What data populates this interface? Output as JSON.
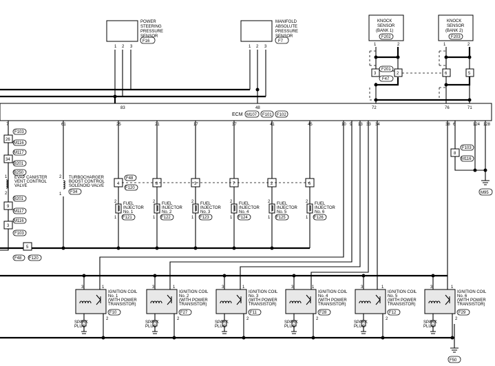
{
  "ecm": {
    "label": "ECM",
    "connectors": [
      "M107",
      "F101",
      "F102"
    ]
  },
  "ecm_top_pins": [
    "83",
    "48",
    "72",
    "76",
    "71"
  ],
  "ecm_bottom_pins": [
    "7",
    "61",
    "25",
    "21",
    "17",
    "37",
    "41",
    "45",
    "10",
    "9",
    "13",
    "33",
    "34",
    "38",
    "6",
    "124",
    "128"
  ],
  "pps": {
    "name": [
      "POWER",
      "STEERING",
      "PRESSURE",
      "SENSOR"
    ],
    "conn": "F16",
    "pins": [
      "1",
      "2",
      "3"
    ]
  },
  "maps": {
    "name": [
      "MANIFOLD",
      "ABSOLUTE",
      "PRESSURE",
      "SENSOR"
    ],
    "conn": "F7",
    "pins": [
      "1",
      "2",
      "3"
    ]
  },
  "ks1": {
    "name": [
      "KNOCK",
      "SENSOR",
      "(BANK 1)"
    ],
    "conn": "F202",
    "pins": [
      "1",
      "2"
    ]
  },
  "ks2": {
    "name": [
      "KNOCK",
      "SENSOR",
      "(BANK 2)"
    ],
    "conn": "F203",
    "pins": [
      "1",
      "2"
    ]
  },
  "ks_joint": {
    "pins_left": [
      "3",
      "2"
    ],
    "pins_right": [
      "6",
      "5"
    ],
    "conns": [
      "F201",
      "F47"
    ]
  },
  "evap": {
    "name": [
      "EVAP CANISTER",
      "VENT CONTROL",
      "VALVE"
    ],
    "pins": [
      "1",
      "2"
    ],
    "chain": [
      "F103",
      "26",
      "M116",
      "M117",
      "34",
      "B201",
      "B250",
      "B201",
      "9",
      "M117",
      "M116",
      "3",
      "F103"
    ]
  },
  "turbo": {
    "name": [
      "TURBOCHARGER",
      "BOOST CONTROL",
      "SOLENOID VALVE"
    ],
    "conn": "F34",
    "pins": [
      "2",
      "1"
    ]
  },
  "inj_joint": {
    "conns": [
      "F48",
      "F120"
    ],
    "pins": [
      "4",
      "8",
      "3",
      "7",
      "2",
      "6"
    ]
  },
  "injectors": [
    {
      "name": [
        "FUEL",
        "INJECTOR",
        "No. 1"
      ],
      "conn": "F121"
    },
    {
      "name": [
        "FUEL",
        "INJECTOR",
        "No. 2"
      ],
      "conn": "F122"
    },
    {
      "name": [
        "FUEL",
        "INJECTOR",
        "No. 3"
      ],
      "conn": "F123"
    },
    {
      "name": [
        "FUEL",
        "INJECTOR",
        "No. 4"
      ],
      "conn": "F124"
    },
    {
      "name": [
        "FUEL",
        "INJECTOR",
        "No. 5"
      ],
      "conn": "F125"
    },
    {
      "name": [
        "FUEL",
        "INJECTOR",
        "No. 6"
      ],
      "conn": "F126"
    }
  ],
  "inj_pins": [
    "2",
    "1"
  ],
  "bottom_joint": {
    "pin": "5",
    "conns": [
      "F48",
      "F120"
    ]
  },
  "right_joint": {
    "pin": "8",
    "conns": [
      "F103",
      "M116"
    ]
  },
  "ground_top": "M95",
  "ground_bottom": "F50",
  "coils": [
    {
      "name": [
        "IGNITION COIL",
        "No. 1",
        "(WITH POWER",
        "TRANSISTOR)"
      ],
      "conn": "F10"
    },
    {
      "name": [
        "IGNITION COIL",
        "No. 2",
        "(WITH POWER",
        "TRANSISTOR)"
      ],
      "conn": "F27"
    },
    {
      "name": [
        "IGNITION COIL",
        "No. 3",
        "(WITH POWER",
        "TRANSISTOR)"
      ],
      "conn": "F11"
    },
    {
      "name": [
        "IGNITION COIL",
        "No. 4",
        "(WITH POWER",
        "TRANSISTOR)"
      ],
      "conn": "F28"
    },
    {
      "name": [
        "IGNITION COIL",
        "No. 5",
        "(WITH POWER",
        "TRANSISTOR)"
      ],
      "conn": "F12"
    },
    {
      "name": [
        "IGNITION COIL",
        "No. 6",
        "(WITH POWER",
        "TRANSISTOR)"
      ],
      "conn": "F29"
    }
  ],
  "coil_pins": [
    "3",
    "1",
    "2"
  ],
  "spark_plug": [
    "SPARK",
    "PLUG"
  ]
}
